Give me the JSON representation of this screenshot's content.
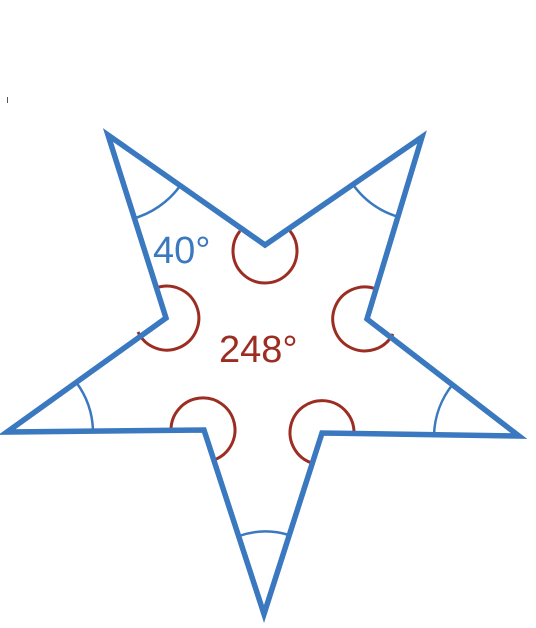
{
  "diagram": {
    "shape": "five-pointed star",
    "tip_angle_label": "40°",
    "reflex_angle_label": "248°",
    "colors": {
      "outline": "#3a78bf",
      "tip_arcs": "#3a78bf",
      "reflex_arcs": "#9b2d22",
      "tip_label": "#3a78bf",
      "reflex_label": "#9b2d22",
      "background": "#ffffff"
    }
  }
}
